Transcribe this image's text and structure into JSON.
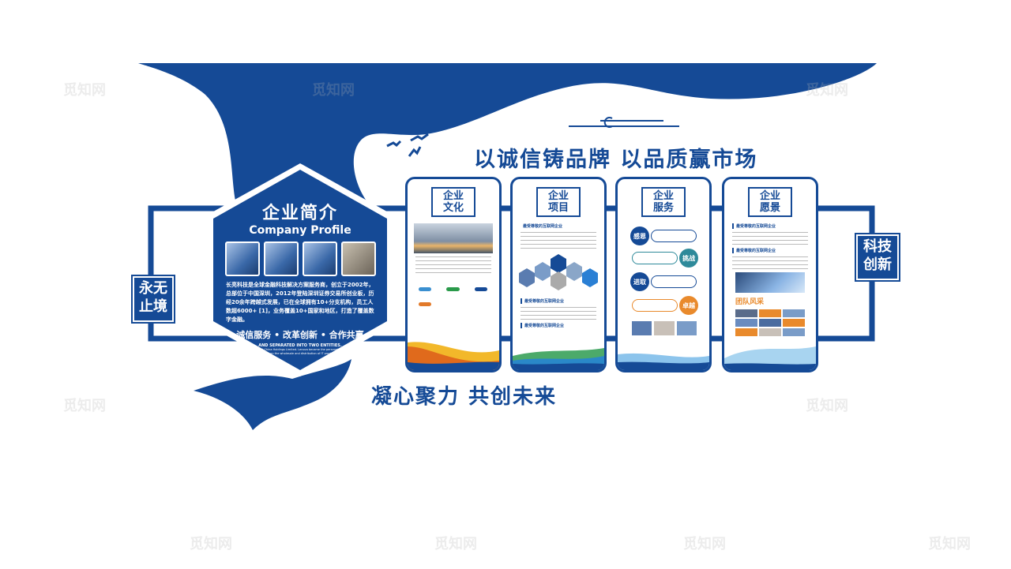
{
  "title": "以诚信铸品牌 以品质赢市场",
  "slogan": "凝心聚力 共创未来",
  "left_box": [
    "永无",
    "止境"
  ],
  "right_box": [
    "科技",
    "创新"
  ],
  "profile": {
    "title": "企业简介",
    "subtitle": "Company Profile",
    "body": "长亮科技是全球金融科技解决方案服务商，创立于2002年，总部位于中国深圳，2012年登陆深圳证券交易所创业板，历经20余年跨越式发展，已在全球拥有10+分支机构，员工人数超6000+ [1]，业务覆盖10+国家和地区，打造了覆盖数字金融。",
    "motto": "诚信服务 • 改革创新 • 合作共赢",
    "en_heading": "AND SEPARATED INTO TWO ENTITIES.",
    "en_body": "They were Lenovo and Digital China Holdings Limited. Lenovo became the personal computer manufacturer and Digital China took on the wholesale and distribution of IT products and services."
  },
  "panels": [
    {
      "title": [
        "企业",
        "文化"
      ]
    },
    {
      "title": [
        "企业",
        "项目"
      ],
      "sub": [
        "最受尊敬的互联网企业",
        "最受尊敬的互联网企业",
        "最受尊敬的互联网企业"
      ]
    },
    {
      "title": [
        "企业",
        "服务"
      ],
      "circles": [
        "感恩",
        "挑战",
        "进取",
        "卓越"
      ]
    },
    {
      "title": [
        "企业",
        "愿景"
      ],
      "sub": [
        "最受尊敬的互联网企业",
        "最受尊敬的互联网企业"
      ],
      "team": "团队风采"
    }
  ],
  "watermark": "觅知网",
  "colors": {
    "primary": "#154a96",
    "orange": "#e98a2c",
    "teal": "#2e8a9a"
  }
}
